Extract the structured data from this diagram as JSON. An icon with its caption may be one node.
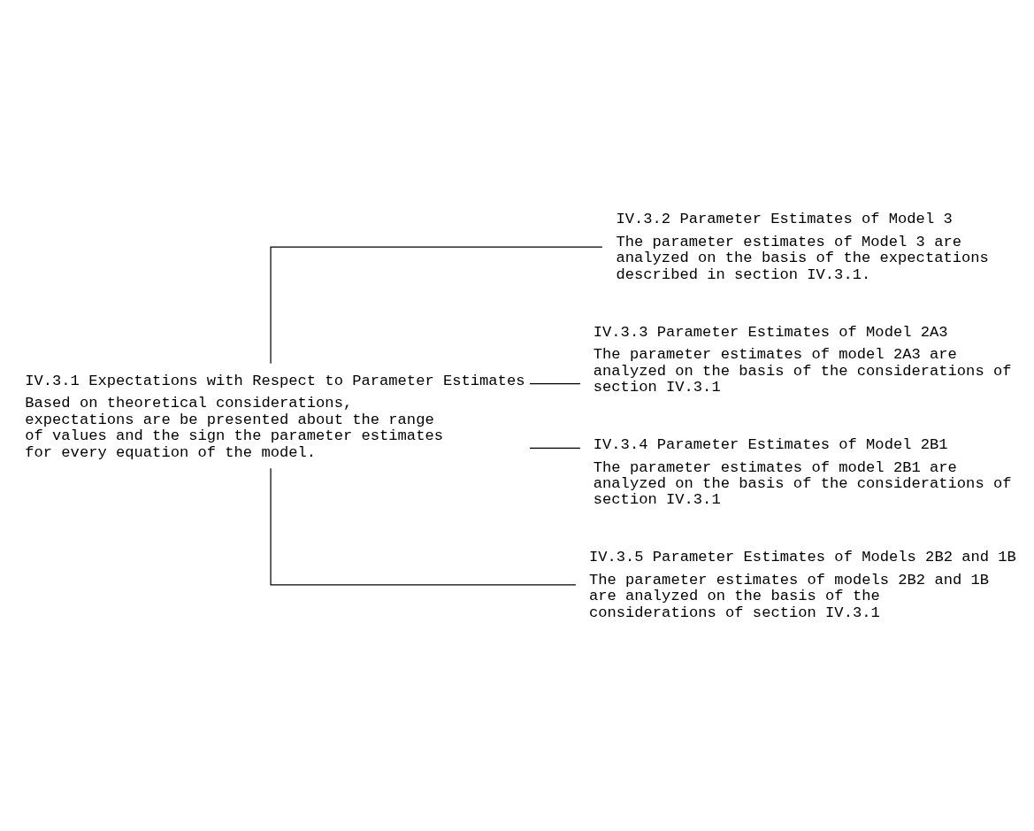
{
  "diagram": {
    "nodes": [
      {
        "text": [
          "IV.3.1 Expectations with Respect to Parameter Estimates",
          "Based on theoretical considerations, expectations are be presented about the range of values and the sign the parameter estimates for every equation of the model."
        ]
      },
      {
        "text": [
          "IV.3.2 Parameter Estimates of Model 3",
          "The parameter estimates of Model 3 are analyzed on the basis of the expectations described in section IV.3.1."
        ]
      },
      {
        "text": [
          "IV.3.3 Parameter Estimates of Model 2A3",
          "The parameter estimates of model 2A3 are analyzed on the basis of the considerations of section IV.3.1"
        ]
      },
      {
        "text": [
          "IV.3.4 Parameter Estimates of Model 2B1",
          "The parameter estimates of model 2B1 are analyzed on the basis of the considerations of section IV.3.1"
        ]
      },
      {
        "text": [
          "IV.3.5 Parameter Estimates of Models 2B2 and 1B",
          "The parameter estimates of models 2B2 and 1B are analyzed on the basis of the considerations of section IV.3.1"
        ]
      }
    ],
    "edges": [
      {
        "from": 0,
        "to": 1,
        "arrow": "none"
      },
      {
        "from": 0,
        "to": 2,
        "arrow": "none"
      },
      {
        "from": 0,
        "to": 3,
        "arrow": "none"
      },
      {
        "from": 0,
        "to": 4,
        "arrow": "none"
      }
    ]
  }
}
